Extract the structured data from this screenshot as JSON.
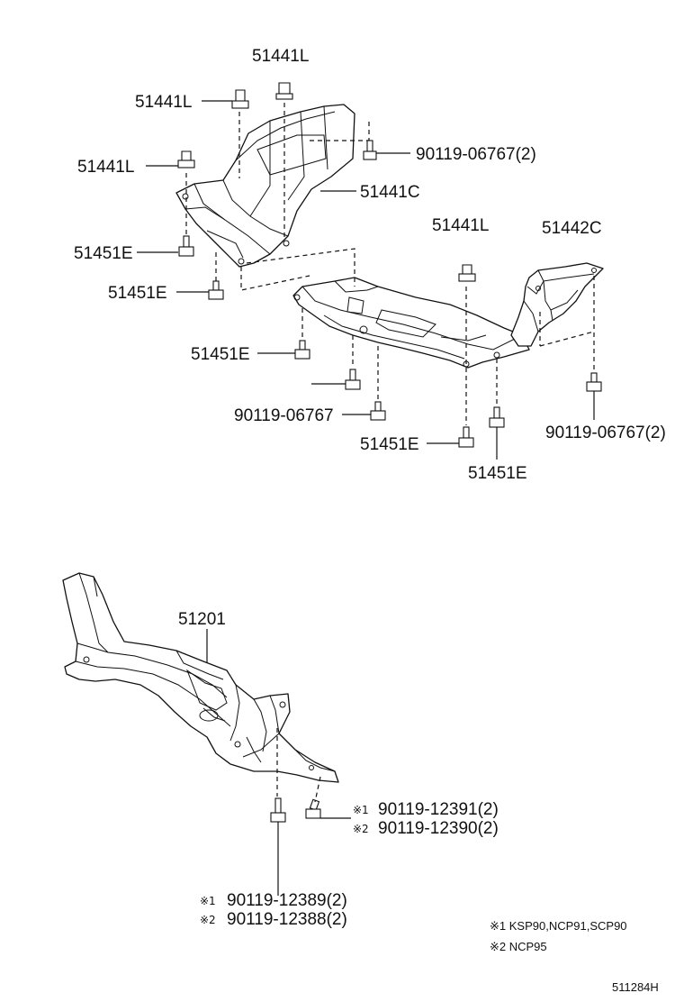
{
  "labels": {
    "l_51441L_top": "51441L",
    "l_51441L_a": "51441L",
    "l_51441L_b": "51441L",
    "l_51441L_c": "51441L",
    "l_90119_06767_2_a": "90119-06767(2)",
    "l_51441C": "51441C",
    "l_51442C": "51442C",
    "l_51451E_a": "51451E",
    "l_51451E_b": "51451E",
    "l_51451E_c": "51451E",
    "l_51451E_d": "51451E",
    "l_51451E_e": "51451E",
    "l_90119_06767": "90119-06767",
    "l_90119_06767_2_b": "90119-06767(2)",
    "l_51201": "51201",
    "l_12391": "90119-12391(2)",
    "l_12390": "90119-12390(2)",
    "l_12389": "90119-12389(2)",
    "l_12388": "90119-12388(2)"
  },
  "marks": {
    "m1_a": "※1",
    "m2_a": "※2",
    "m1_b": "※1",
    "m2_b": "※2"
  },
  "notes": {
    "note1": "※1 KSP90,NCP91,SCP90",
    "note2": "※2 NCP95"
  },
  "figure_code": "511284H"
}
